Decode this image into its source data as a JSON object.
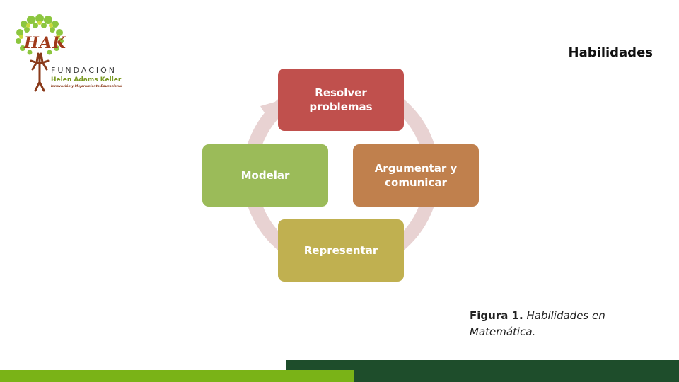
{
  "logo": {
    "monogram": "HAK",
    "word": "FUNDACIÓN",
    "name": "Helen Adams Keller",
    "tagline": "Innovación y Mejoramiento Educacional"
  },
  "title": "Habilidades",
  "diagram": {
    "type": "cycle",
    "nodes": [
      {
        "label": "Resolver problemas",
        "color": "#c0504d"
      },
      {
        "label": "Argumentar y comunicar",
        "color": "#c0804d"
      },
      {
        "label": "Representar",
        "color": "#c0b050"
      },
      {
        "label": "Modelar",
        "color": "#9bbb59"
      }
    ],
    "ring_color": "#e8d2d2"
  },
  "caption": {
    "lead": "Figura 1.",
    "rest": "Habilidades en Matemática."
  },
  "footer": {
    "light_color": "#7ab317",
    "dark_color": "#1e4d2b"
  }
}
